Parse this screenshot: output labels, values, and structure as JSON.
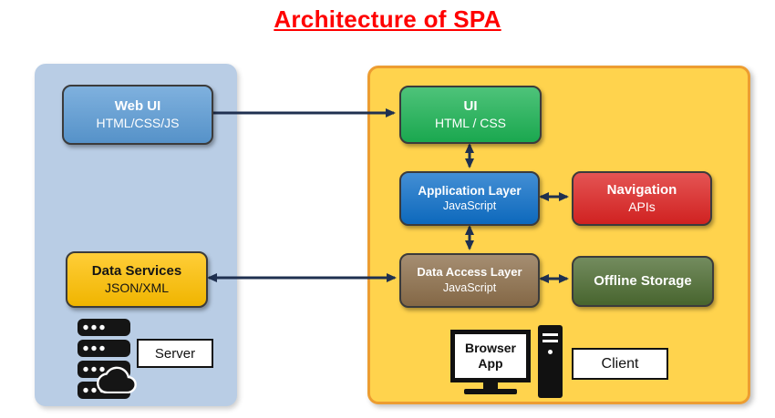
{
  "title": "Architecture of SPA",
  "colors": {
    "title": "#FF0000",
    "left_panel_bg": "#B9CDE5",
    "right_panel_bg": "#FFD34D",
    "right_panel_border": "#ED9D31",
    "web_ui_bg": "#5B9BD5",
    "data_services_bg": "#FFC000",
    "ui_bg": "#1CB254",
    "application_layer_bg": "#0E6FC8",
    "navigation_bg": "#DD2423",
    "data_access_layer_bg": "#8C6E4A",
    "offline_storage_bg": "#4C6B31",
    "arrow": "#1F3050"
  },
  "server_side": {
    "web_ui": {
      "title": "Web UI",
      "subtitle": "HTML/CSS/JS"
    },
    "data_services": {
      "title": "Data Services",
      "subtitle": "JSON/XML"
    },
    "server_label": "Server"
  },
  "client_side": {
    "ui": {
      "title": "UI",
      "subtitle": "HTML / CSS"
    },
    "application_layer": {
      "title": "Application Layer",
      "subtitle": "JavaScript"
    },
    "navigation": {
      "title": "Navigation",
      "subtitle": "APIs"
    },
    "data_access_layer": {
      "title": "Data Access Layer",
      "subtitle": "JavaScript"
    },
    "offline_storage": {
      "title": "Offline Storage"
    },
    "browser_app_label": "Browser App",
    "client_label": "Client"
  }
}
